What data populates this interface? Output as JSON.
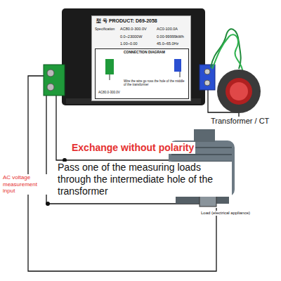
{
  "diagram": {
    "nodes": [
      {
        "text": [
          "型 号 PRODUCT: D69-2058",
          "Specification",
          "AC80.0-300.0V",
          "AC0-100.0A",
          "0.0~23000W",
          "0.00-99999kWh",
          "1.00~0.00",
          "45.0~65.0Hz"
        ]
      },
      {
        "text": [
          "CONNECTION DIAGRAM",
          "Wire the wire go ross the hole of the middle of the transformer",
          "AC80.0-300.0V"
        ],
        "in": 0
      }
    ],
    "labels": [
      "Exchange without polarity",
      "Pass one of the measuring loads through the intermediate hole of the transformer",
      "Transformer / CT",
      "AC voltage measurement input",
      "Load (electrical appliance)"
    ]
  }
}
